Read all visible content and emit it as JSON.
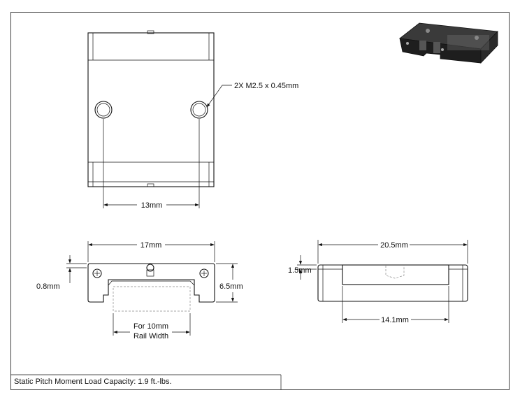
{
  "title_block": {
    "note": "Static Pitch Moment Load Capacity: 1.9 ft.-lbs."
  },
  "top_view": {
    "thread_callout": "2X M2.5 x 0.45mm",
    "hole_spacing": "13mm"
  },
  "front_view": {
    "width": "17mm",
    "height": "6.5mm",
    "offset": "0.8mm",
    "rail_note_line1": "For 10mm",
    "rail_note_line2": "Rail Width"
  },
  "side_view": {
    "length": "20.5mm",
    "body_length": "14.1mm",
    "step": "1.5mm"
  },
  "iso_view": {
    "label": ""
  }
}
